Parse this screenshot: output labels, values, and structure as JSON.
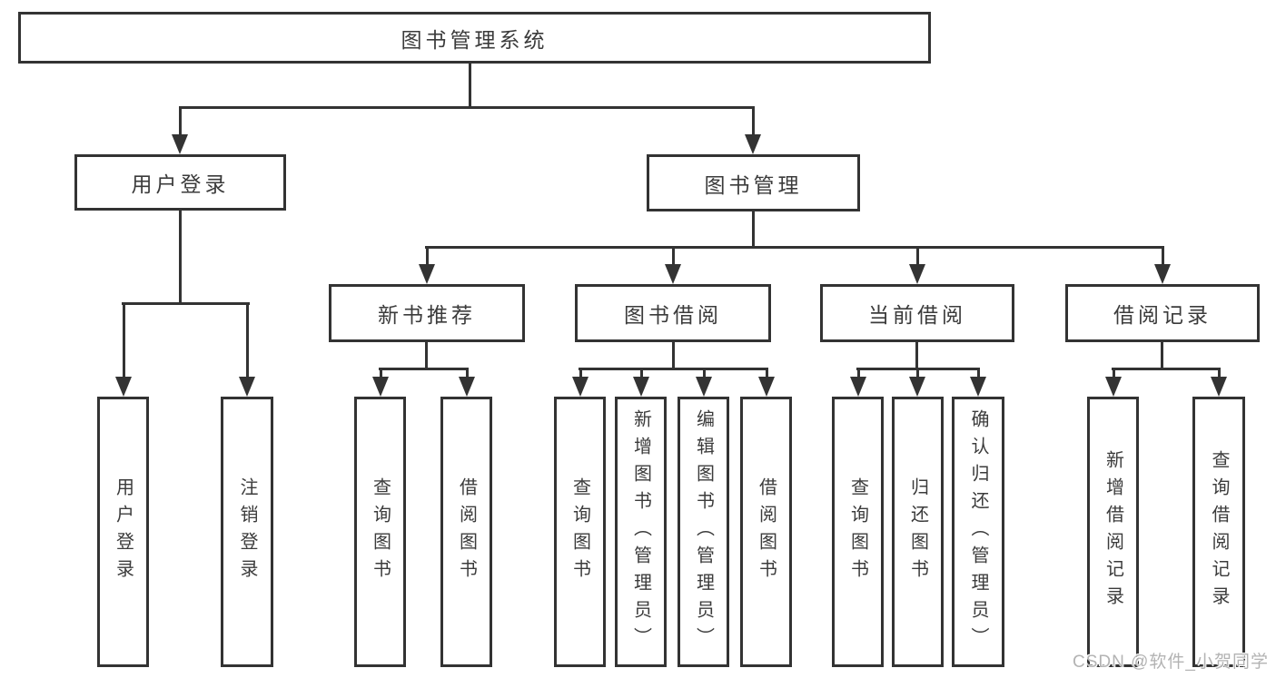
{
  "diagram_title": "图书管理系统",
  "colors": {
    "line": "#333333",
    "box_border": "#333333",
    "text": "#3b3b3b",
    "watermark": "#b3b3b3",
    "background": "#ffffff"
  },
  "nodes": {
    "root": {
      "label": "图书管理系统"
    },
    "level2": [
      {
        "label": "用户登录"
      },
      {
        "label": "图书管理"
      }
    ],
    "level3": [
      {
        "label": "新书推荐"
      },
      {
        "label": "图书借阅"
      },
      {
        "label": "当前借阅"
      },
      {
        "label": "借阅记录"
      }
    ]
  },
  "leaves": {
    "user_login": [
      "用户登录",
      "注销登录"
    ],
    "new_books": [
      "查询图书",
      "借阅图书"
    ],
    "book_borrow": [
      "查询图书",
      "新增图书（管理员）",
      "编辑图书（管理员）",
      "借阅图书"
    ],
    "current_borrow": [
      "查询图书",
      "归还图书",
      "确认归还（管理员）"
    ],
    "borrow_records": [
      "新增借阅记录",
      "查询借阅记录"
    ]
  },
  "watermark": "CSDN @软件_小贺同学"
}
